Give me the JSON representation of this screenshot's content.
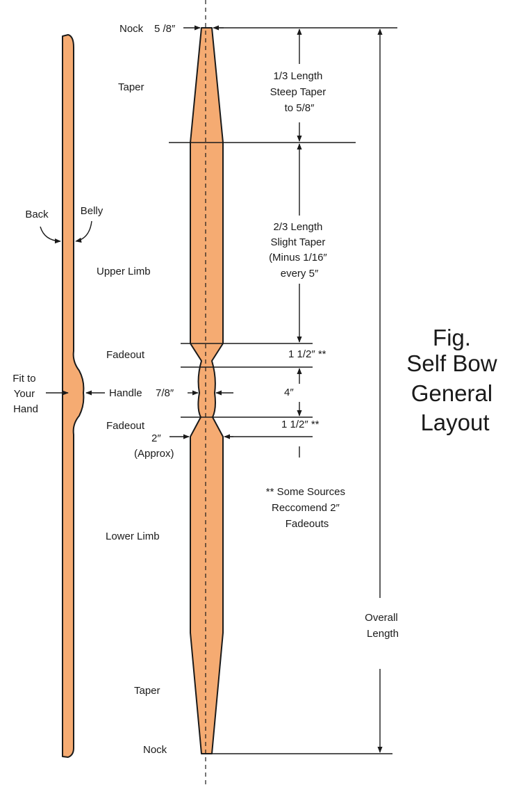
{
  "colors": {
    "wood": "#f5ab72",
    "ink": "#1a1a1a",
    "background": "#ffffff"
  },
  "figure": {
    "lines": [
      "Fig.",
      "Self Bow",
      "General",
      "Layout"
    ]
  },
  "profile": {
    "back": "Back",
    "belly": "Belly",
    "fit": [
      "Fit to",
      "Your",
      "Hand"
    ]
  },
  "sections": {
    "nock_top": "Nock",
    "nock_top_width": "5 /8″",
    "taper_top": "Taper",
    "upper_limb": "Upper Limb",
    "fadeout_upper": "Fadeout",
    "handle": "Handle",
    "handle_width": "7/8″",
    "fadeout_lower": "Fadeout",
    "width_2": "2″",
    "width_2_note": "(Approx)",
    "lower_limb": "Lower Limb",
    "taper_bottom": "Taper",
    "nock_bottom": "Nock"
  },
  "dimensions": {
    "steep_taper": [
      "1/3  Length",
      "Steep Taper",
      "to 5/8″"
    ],
    "slight_taper": [
      "2/3  Length",
      "Slight Taper",
      "(Minus 1/16″",
      "every 5″"
    ],
    "fadeout_upper_len": "1 1/2″ **",
    "handle_len": "4″",
    "fadeout_lower_len": "1 1/2″ **",
    "overall": [
      "Overall",
      "Length"
    ]
  },
  "footnote": [
    "** Some Sources",
    "Reccomend 2″",
    "Fadeouts"
  ]
}
